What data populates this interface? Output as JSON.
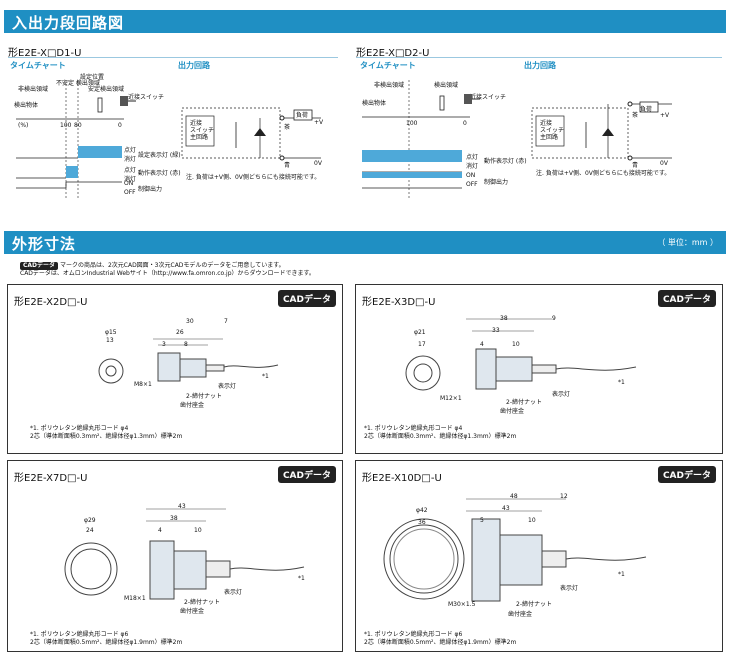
{
  "sections": {
    "io_title": "入出力段回路図",
    "dim_title": "外形寸法",
    "unit": "（ 単位：mm ）"
  },
  "io": {
    "left": {
      "model": "形E2E-X□D1-U",
      "timing_title": "タイムチャート",
      "circuit_title": "出力回路",
      "labels": {
        "non_detect": "非検出領域",
        "unstable": "不安定\n検出領域",
        "set_pos": "設定位置",
        "stable": "安定検出領域",
        "switch": "近接スイッチ",
        "object": "検出物体",
        "pct": "(%)",
        "n100": "100",
        "n80": "80",
        "n0": "0",
        "on1": "点灯",
        "off1": "消灯",
        "ind1": "設定表示灯\n(緑)",
        "on2": "点灯",
        "off2": "消灯",
        "ind2": "動作表示灯\n(赤)",
        "on3": "ON",
        "off3": "OFF",
        "ctrl": "制御出力"
      },
      "circuit": {
        "load": "負荷",
        "plus": "+V",
        "brown": "茶",
        "blue": "青",
        "zero": "0V",
        "main": "近接\nスイッチ\n主回路",
        "note": "注. 負荷は+V側、0V側どちらにも接続可能です。"
      }
    },
    "right": {
      "model": "形E2E-X□D2-U",
      "timing_title": "タイムチャート",
      "circuit_title": "出力回路",
      "labels": {
        "non_detect": "非検出領域",
        "detect": "検出領域",
        "switch": "近接スイッチ",
        "object": "検出物体",
        "n100": "100",
        "n0": "0",
        "on1": "点灯",
        "off1": "消灯",
        "ind": "動作表示灯\n(赤)",
        "on2": "ON",
        "off2": "OFF",
        "ctrl": "制御出力"
      },
      "circuit": {
        "load": "負荷",
        "plus": "+V",
        "brown": "茶",
        "blue": "青",
        "zero": "0V",
        "main": "近接\nスイッチ\n主回路",
        "note": "注. 負荷は+V側、0V側どちらにも接続可能です。"
      }
    }
  },
  "cad_notice": {
    "tag": "CADデータ",
    "line1": "マークの商品は、2次元CAD図面・3次元CADモデルのデータをご用意しています。",
    "line2": "CADデータは、オムロンIndustrial Webサイト（http://www.fa.omron.co.jp）からダウンロードできます。"
  },
  "panels": [
    {
      "model": "形E2E-X2D□-U",
      "cad": "CADデータ",
      "dims": {
        "d1": "φ15",
        "d2": "13",
        "a": "30",
        "b": "26",
        "c": "7",
        "e": "3",
        "f": "8",
        "thread": "M8×1"
      },
      "labels": {
        "ind": "表示灯",
        "nut": "2-締付ナット",
        "washer": "歯付座金",
        "star": "*1"
      },
      "note1": "*1. ポリウレタン絶縁丸形コード φ4",
      "note2": "2芯（導体断面積0.3mm²、絶縁体径φ1.3mm）標準2m"
    },
    {
      "model": "形E2E-X3D□-U",
      "cad": "CADデータ",
      "dims": {
        "d1": "φ21",
        "d2": "17",
        "a": "38",
        "b": "33",
        "c": "9",
        "e": "4",
        "f": "10",
        "thread": "M12×1"
      },
      "labels": {
        "ind": "表示灯",
        "nut": "2-締付ナット",
        "washer": "歯付座金",
        "star": "*1"
      },
      "note1": "*1. ポリウレタン絶縁丸形コード φ4",
      "note2": "2芯（導体断面積0.3mm²、絶縁体径φ1.3mm）標準2m"
    },
    {
      "model": "形E2E-X7D□-U",
      "cad": "CADデータ",
      "dims": {
        "d1": "φ29",
        "d2": "24",
        "a": "43",
        "b": "38",
        "c": "",
        "e": "4",
        "f": "10",
        "thread": "M18×1"
      },
      "labels": {
        "ind": "表示灯",
        "nut": "2-締付ナット",
        "washer": "歯付座金",
        "star": "*1"
      },
      "note1": "*1. ポリウレタン絶縁丸形コード φ6",
      "note2": "2芯（導体断面積0.5mm²、絶縁体径φ1.9mm）標準2m"
    },
    {
      "model": "形E2E-X10D□-U",
      "cad": "CADデータ",
      "dims": {
        "d1": "φ42",
        "d2": "36",
        "a": "48",
        "b": "43",
        "c": "12",
        "e": "5",
        "f": "10",
        "thread": "M30×1.5"
      },
      "labels": {
        "ind": "表示灯",
        "nut": "2-締付ナット",
        "washer": "歯付座金",
        "star": "*1"
      },
      "note1": "*1. ポリウレタン絶縁丸形コード φ6",
      "note2": "2芯（導体断面積0.5mm²、絶縁体径φ1.9mm）標準2m"
    }
  ]
}
